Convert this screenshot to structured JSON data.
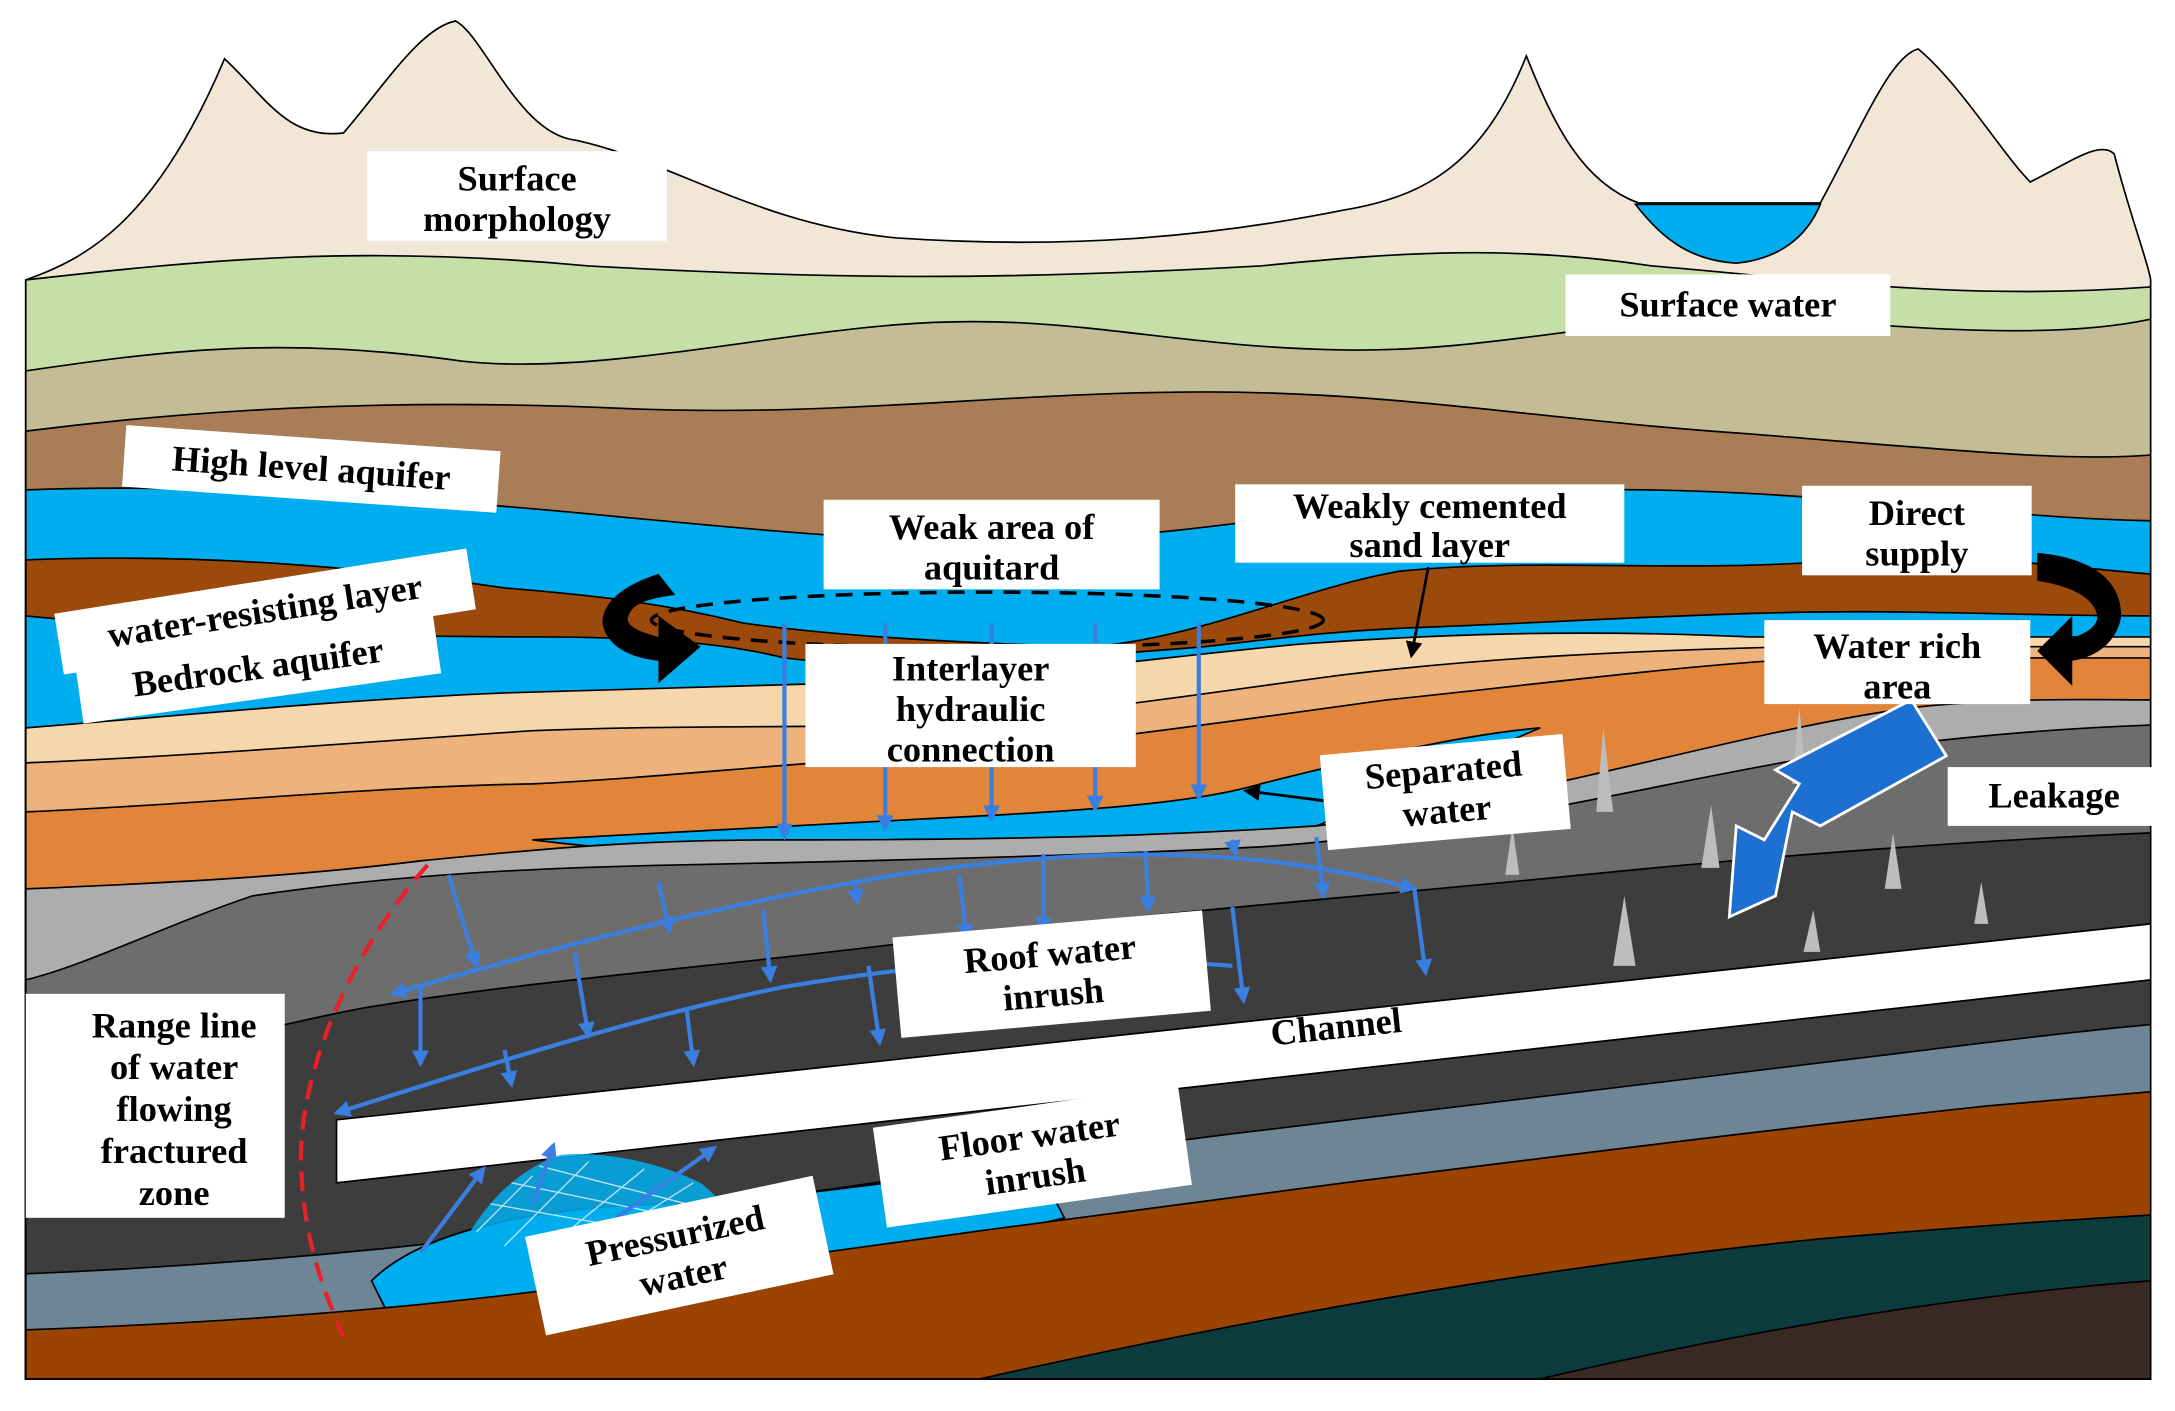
{
  "labels": {
    "surface_morphology": [
      "Surface",
      "morphology"
    ],
    "surface_water": "Surface water",
    "high_level_aquifer": "High level aquifer",
    "weak_area": [
      "Weak area of",
      "aquitard"
    ],
    "weakly_cemented": [
      "Weakly cemented",
      "sand layer"
    ],
    "direct_supply": [
      "Direct",
      "supply"
    ],
    "water_resisting": "water-resisting layer",
    "bedrock_aquifer": "Bedrock aquifer",
    "interlayer": [
      "Interlayer",
      "hydraulic",
      "connection"
    ],
    "water_rich": [
      "Water rich",
      "area"
    ],
    "separated_water": [
      "Separated",
      "water"
    ],
    "leakage": "Leakage",
    "roof_water": [
      "Roof water",
      "inrush"
    ],
    "channel": "Channel",
    "range_line": [
      "Range line",
      "of water",
      "flowing",
      "fractured",
      "zone"
    ],
    "floor_water": [
      "Floor water",
      "inrush"
    ],
    "pressurized": [
      "Pressurized",
      "water"
    ]
  },
  "colors": {
    "mountain": "#f2e6d6",
    "soil_green": "#c6dfa8",
    "khaki": "#c4bc94",
    "brown_light": "#a97d55",
    "water": "#00aeef",
    "brown_dark": "#9c4a0c",
    "sand_light": "#f6d7ab",
    "sand_mid": "#eeb37c",
    "orange": "#e1853a",
    "grey_light": "#adadad",
    "grey_mid": "#6d6d6d",
    "grey_dark": "#3d3d3d",
    "slate": "#6e8596",
    "rust": "#9b4300",
    "teal_dark": "#0d3b3e",
    "coffee": "#3a2a24",
    "arrow_blue": "#3a7fe0",
    "big_arrow": "#1d6fd2",
    "dashed_red": "#e8202a"
  }
}
